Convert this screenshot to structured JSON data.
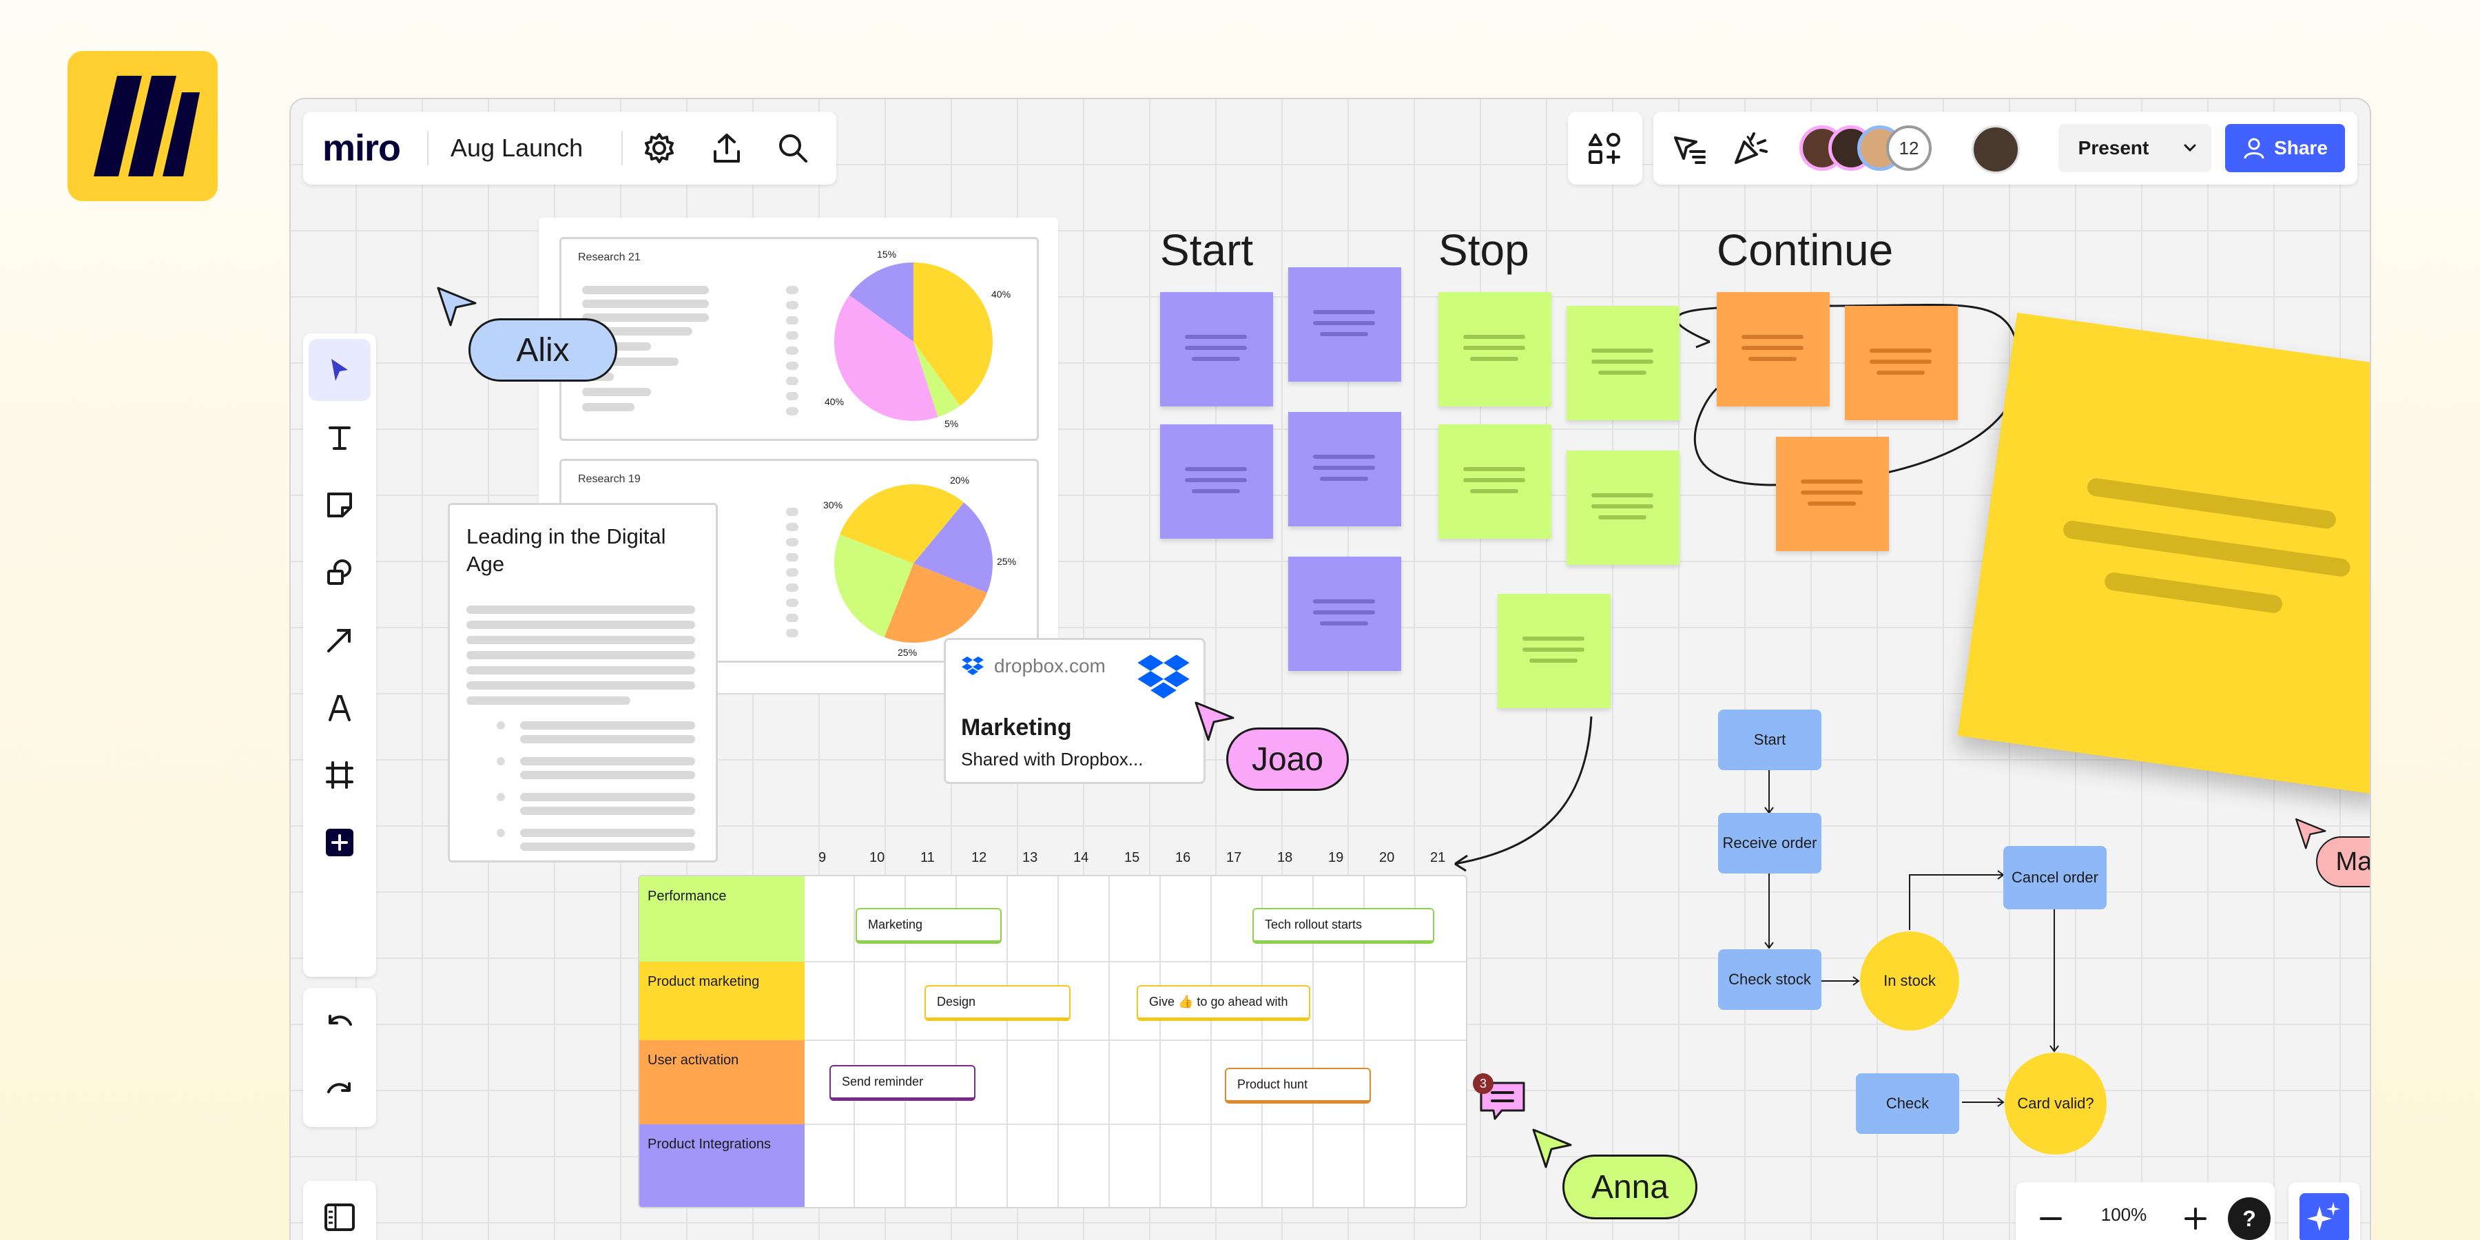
{
  "app": {
    "logo_text": "miro",
    "board_title": "Aug Launch",
    "brand_color": "#ffd02f",
    "accent_color": "#4262ff"
  },
  "top_left_toolbar": {
    "icons": [
      "gear-icon",
      "upload-icon",
      "search-icon"
    ]
  },
  "top_right_toolbar": {
    "icons": [
      "apps-icon",
      "cursor-list-icon",
      "celebrate-icon"
    ],
    "collaborators_count": "12",
    "present_label": "Present",
    "share_label": "Share"
  },
  "left_toolbar": {
    "tools": [
      "select",
      "text",
      "sticky-note",
      "shapes",
      "arrow",
      "pen",
      "frame",
      "add"
    ],
    "history": [
      "undo",
      "redo"
    ]
  },
  "retro": {
    "start_label": "Start",
    "stop_label": "Stop",
    "continue_label": "Continue",
    "colors": {
      "start": "#a496f9",
      "stop": "#cdfd7a",
      "continue": "#ffa64e"
    }
  },
  "research_cards": [
    {
      "title": "Research 21",
      "slices": [
        {
          "value": 40,
          "label": "40%",
          "color": "#ffd92e"
        },
        {
          "value": 5,
          "label": "5%",
          "color": "#cdfd7a"
        },
        {
          "value": 40,
          "label": "40%",
          "color": "#faa6f9"
        },
        {
          "value": 15,
          "label": "15%",
          "color": "#a496f9"
        }
      ]
    },
    {
      "title": "Research 19",
      "slices": [
        {
          "value": 25,
          "label": "25%",
          "color": "#ffa64e"
        },
        {
          "value": 25,
          "label": "25%",
          "color": "#cdfd7a"
        },
        {
          "value": 30,
          "label": "30%",
          "color": "#ffd92e"
        },
        {
          "value": 20,
          "label": "20%",
          "color": "#a496f9"
        }
      ]
    }
  ],
  "doc_card": {
    "title": "Leading in the Digital Age"
  },
  "dropbox_card": {
    "domain": "dropbox.com",
    "title": "Marketing",
    "subtitle": "Shared with Dropbox..."
  },
  "cursors": {
    "alix": "Alix",
    "joao": "Joao",
    "anna": "Anna",
    "maria": "Maria"
  },
  "timeline": {
    "columns": [
      "9",
      "10",
      "11",
      "12",
      "13",
      "14",
      "15",
      "16",
      "17",
      "18",
      "19",
      "20",
      "21"
    ],
    "rows": [
      {
        "label": "Performance",
        "color": "#cdfd7a"
      },
      {
        "label": "Product marketing",
        "color": "#ffd92e"
      },
      {
        "label": "User activation",
        "color": "#ffa64e"
      },
      {
        "label": "Product Integrations",
        "color": "#a496f9"
      }
    ],
    "bars": [
      {
        "label": "Marketing",
        "color": "#8fd14f"
      },
      {
        "label": "Tech rollout starts",
        "color": "#8fd14f"
      },
      {
        "label": "Design",
        "color": "#f2c81c"
      },
      {
        "label": "Give 👍 to go ahead with",
        "color": "#f2c81c"
      },
      {
        "label": "Send reminder",
        "color": "#7b2a8c"
      },
      {
        "label": "Product hunt",
        "color": "#e0892b"
      }
    ]
  },
  "comment": {
    "count": "3"
  },
  "flowchart": {
    "start": "Start",
    "receive_order": "Receive order",
    "check_stock": "Check stock",
    "in_stock": "In stock",
    "cancel_order": "Cancel order",
    "check": "Check",
    "card_valid": "Card valid?"
  },
  "bottom_controls": {
    "zoom": "100%",
    "help": "?"
  }
}
